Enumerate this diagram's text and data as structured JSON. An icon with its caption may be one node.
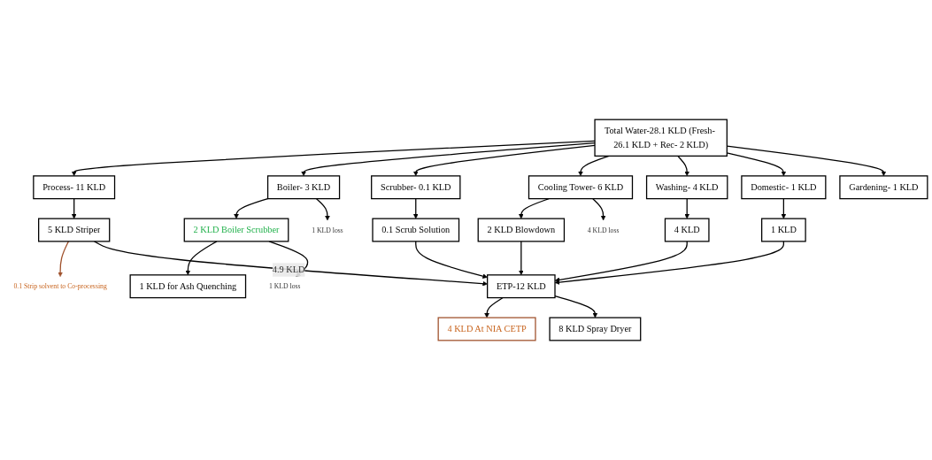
{
  "diagram": {
    "nodes": [
      {
        "text": [
          "Total Water-28.1 KLD (Fresh- 26.1 KLD + Rec- 2 KLD)"
        ]
      },
      {
        "text": [
          "Process- 11 KLD"
        ]
      },
      {
        "text": [
          "Boiler- 3 KLD"
        ]
      },
      {
        "text": [
          "Scrubber- 0.1 KLD"
        ]
      },
      {
        "text": [
          "Cooling Tower- 6 KLD"
        ]
      },
      {
        "text": [
          "Washing- 4 KLD"
        ]
      },
      {
        "text": [
          "Domestic- 1 KLD"
        ]
      },
      {
        "text": [
          "Gardening- 1 KLD"
        ]
      },
      {
        "text": [
          "5 KLD Striper"
        ]
      },
      {
        "text": [
          "2 KLD Boiler Scrubber"
        ]
      },
      {
        "text": [
          "1 KLD for Ash Quenching"
        ]
      },
      {
        "text": [
          "0.1 Scrub Solution"
        ]
      },
      {
        "text": [
          "2 KLD Blowdown"
        ]
      },
      {
        "text": [
          "4 KLD"
        ]
      },
      {
        "text": [
          "1 KLD"
        ]
      },
      {
        "text": [
          "ETP-12 KLD"
        ]
      },
      {
        "text": [
          "4 KLD At NIA CETP"
        ]
      },
      {
        "text": [
          "8 KLD Spray Dryer"
        ]
      },
      {
        "text": [
          "1 KLD loss"
        ]
      },
      {
        "text": [
          "1 KLD loss"
        ]
      },
      {
        "text": [
          "4 KLD loss"
        ]
      },
      {
        "text": [
          "0.1 Strip solvent to Co-processing"
        ]
      }
    ],
    "edges": [
      {
        "from": 0,
        "to": 1,
        "arrow": "to"
      },
      {
        "from": 0,
        "to": 2,
        "arrow": "to"
      },
      {
        "from": 0,
        "to": 3,
        "arrow": "to"
      },
      {
        "from": 0,
        "to": 4,
        "arrow": "to"
      },
      {
        "from": 0,
        "to": 5,
        "arrow": "to"
      },
      {
        "from": 0,
        "to": 6,
        "arrow": "to"
      },
      {
        "from": 0,
        "to": 7,
        "arrow": "to"
      },
      {
        "from": 1,
        "to": 8,
        "arrow": "to"
      },
      {
        "from": 8,
        "to": 21,
        "arrow": "to",
        "color": "#a0522d"
      },
      {
        "from": 2,
        "to": 9,
        "arrow": "to"
      },
      {
        "from": 2,
        "to": 18,
        "arrow": "to"
      },
      {
        "from": 9,
        "to": 10,
        "arrow": "to"
      },
      {
        "from": 9,
        "to": 19,
        "arrow": "to"
      },
      {
        "from": 3,
        "to": 11,
        "arrow": "to"
      },
      {
        "from": 4,
        "to": 12,
        "arrow": "to"
      },
      {
        "from": 4,
        "to": 20,
        "arrow": "to"
      },
      {
        "from": 5,
        "to": 13,
        "arrow": "to"
      },
      {
        "from": 6,
        "to": 14,
        "arrow": "to"
      },
      {
        "from": 8,
        "to": 15,
        "arrow": "to",
        "label": "4.9 KLD"
      },
      {
        "from": 11,
        "to": 15,
        "arrow": "to"
      },
      {
        "from": 12,
        "to": 15,
        "arrow": "to"
      },
      {
        "from": 13,
        "to": 15,
        "arrow": "to"
      },
      {
        "from": 14,
        "to": 15,
        "arrow": "to"
      },
      {
        "from": 15,
        "to": 16,
        "arrow": "to"
      },
      {
        "from": 15,
        "to": 17,
        "arrow": "to"
      }
    ]
  }
}
